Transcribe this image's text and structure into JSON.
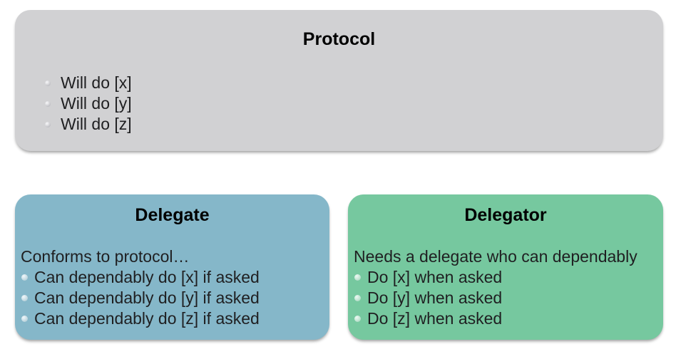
{
  "slide": {
    "background_color": "#ffffff",
    "boxes": {
      "protocol": {
        "title": "Protocol",
        "bg_color": "#d1d1d3",
        "bullet_dot_color": "#c9c9cd",
        "bullets": [
          "Will do [x]",
          "Will do [y]",
          "Will do [z]"
        ]
      },
      "delegate": {
        "title": "Delegate",
        "bg_color": "#85b7c9",
        "bullet_dot_color": "#c3d9e1",
        "intro": "Conforms to protocol…",
        "bullets": [
          "Can dependably do [x] if asked",
          "Can dependably do [y] if asked",
          "Can dependably do [z] if asked"
        ]
      },
      "delegator": {
        "title": "Delegator",
        "bg_color": "#76c89f",
        "bullet_dot_color": "#bfe3d1",
        "intro": "Needs a delegate who can dependably",
        "bullets": [
          "Do [x] when asked",
          "Do [y] when asked",
          "Do [z] when asked"
        ]
      }
    },
    "text_color": "#1f1f21",
    "title_color": "#000000"
  }
}
